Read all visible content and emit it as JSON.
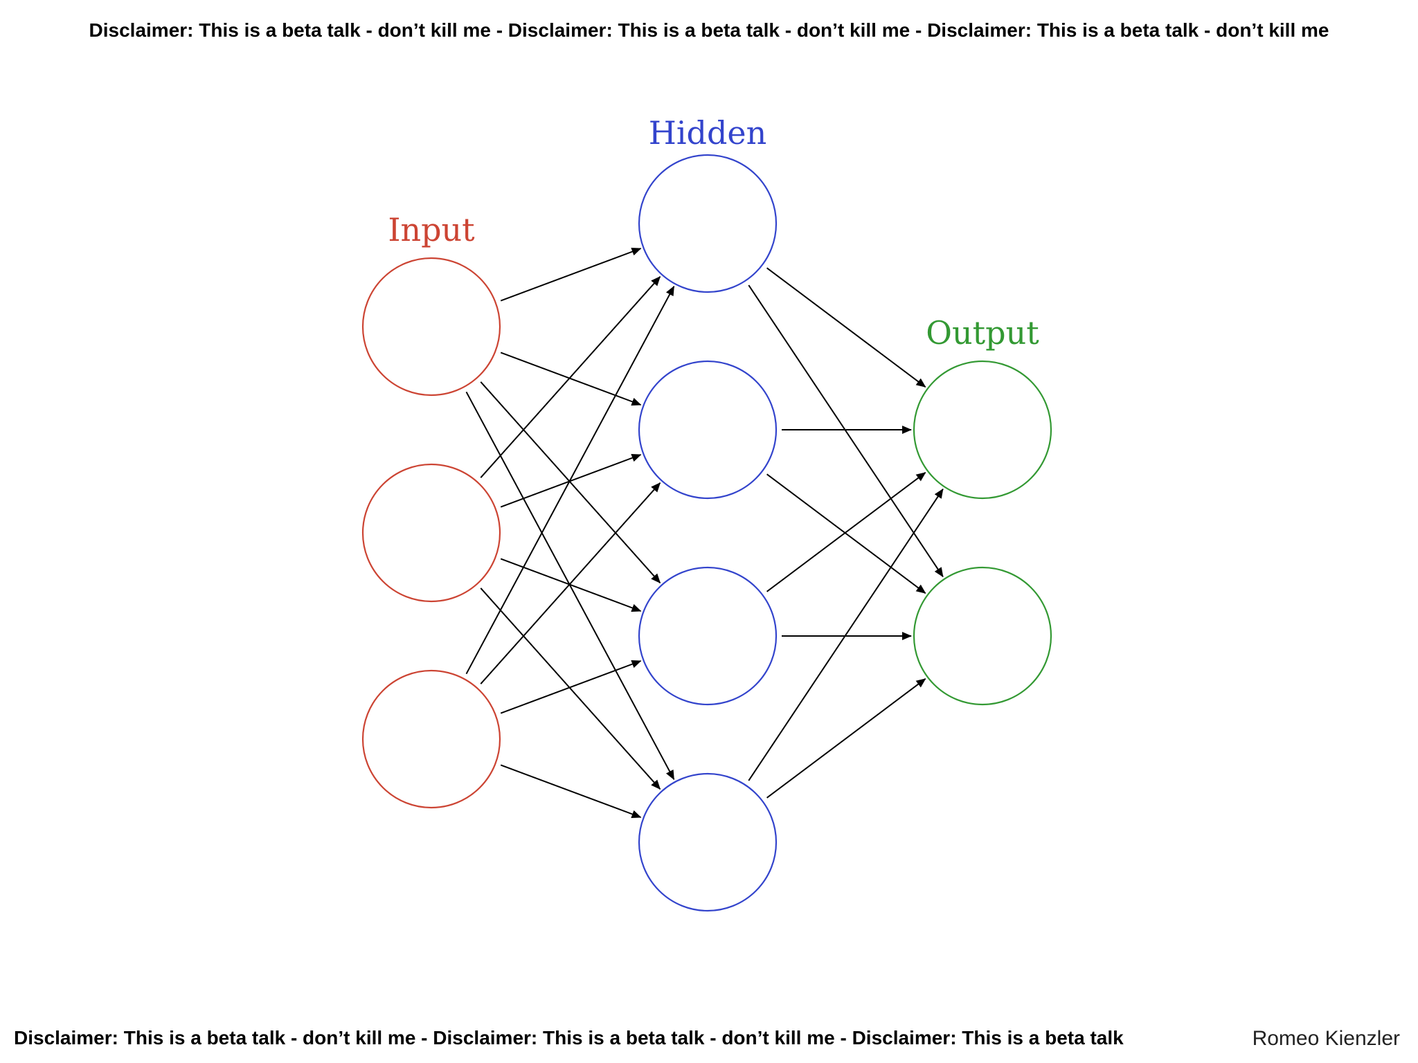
{
  "header": {
    "disclaimer": "Disclaimer: This is a beta talk - don’t kill me - Disclaimer: This is a beta talk - don’t kill me - Disclaimer: This is a beta talk - don’t kill me"
  },
  "diagram": {
    "layers": [
      {
        "key": "input",
        "label": "Input",
        "color": "#cc4433",
        "nodes": 3
      },
      {
        "key": "hidden",
        "label": "Hidden",
        "color": "#3344cc",
        "nodes": 4
      },
      {
        "key": "output",
        "label": "Output",
        "color": "#339933",
        "nodes": 2
      }
    ],
    "connections": "fully-connected",
    "edge_color": "#000000"
  },
  "footer": {
    "disclaimer": "Disclaimer: This is a beta talk - don’t kill me - Disclaimer: This is a beta talk - don’t kill me - Disclaimer: This is a beta talk",
    "author": "Romeo Kienzler"
  }
}
